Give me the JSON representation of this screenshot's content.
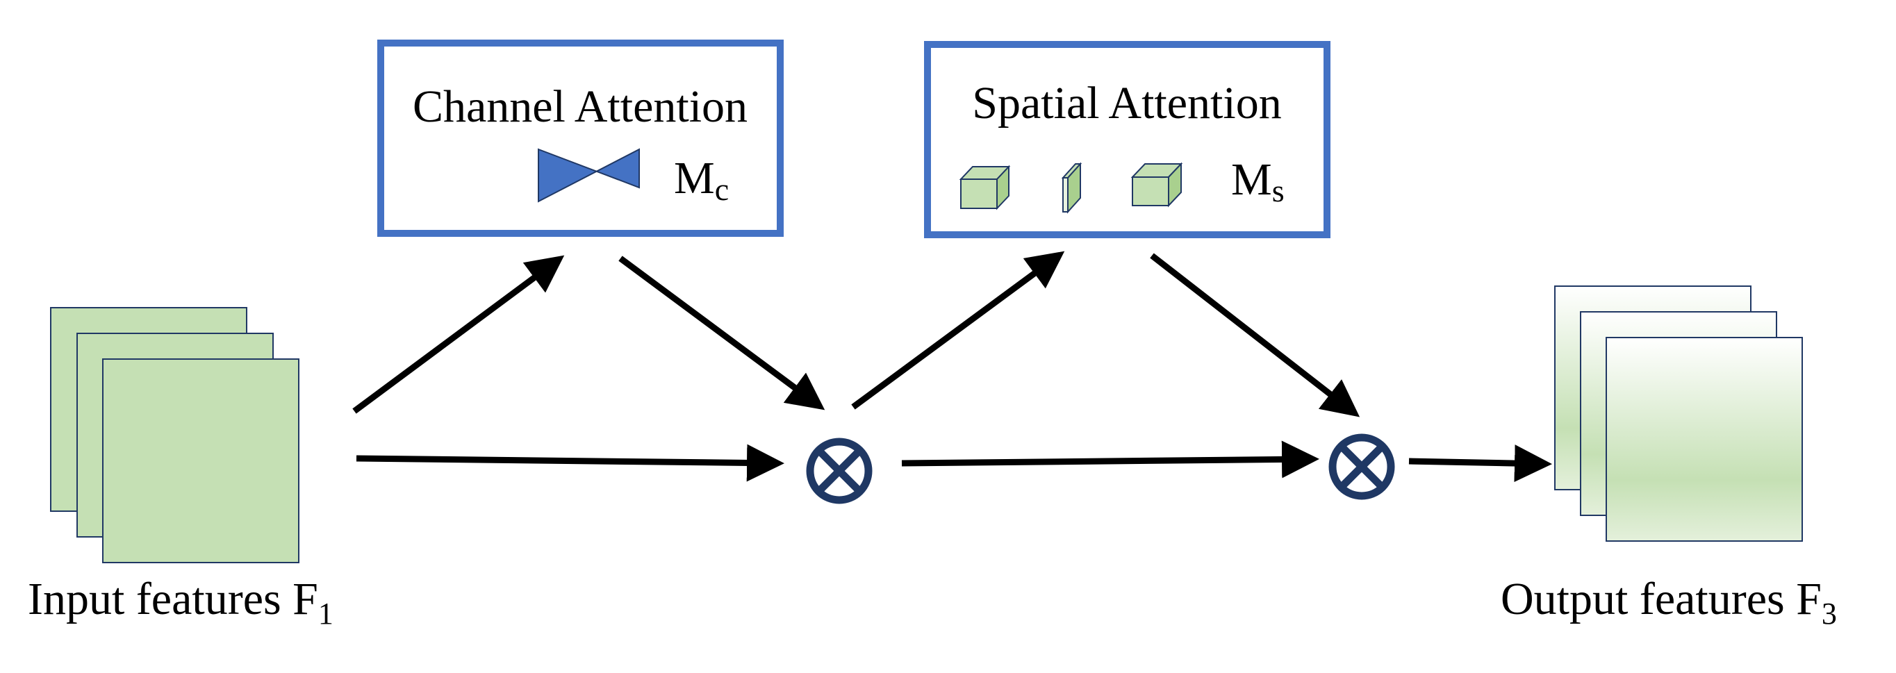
{
  "input": {
    "label": "Input features F",
    "subscript": "1"
  },
  "output": {
    "label": "Output features F",
    "subscript": "3"
  },
  "channel_attention": {
    "title": "Channel Attention",
    "symbol": "M",
    "subscript": "c"
  },
  "spatial_attention": {
    "title": "Spatial Attention",
    "symbol": "M",
    "subscript": "s"
  },
  "operators": {
    "multiply_symbol": "⊗"
  },
  "colors": {
    "box_border": "#4472C4",
    "feature_fill": "#C5E0B4",
    "feature_border": "#203864",
    "bowtie_fill": "#4472C4",
    "operator_stroke": "#1F3864",
    "arrow": "#000000"
  }
}
